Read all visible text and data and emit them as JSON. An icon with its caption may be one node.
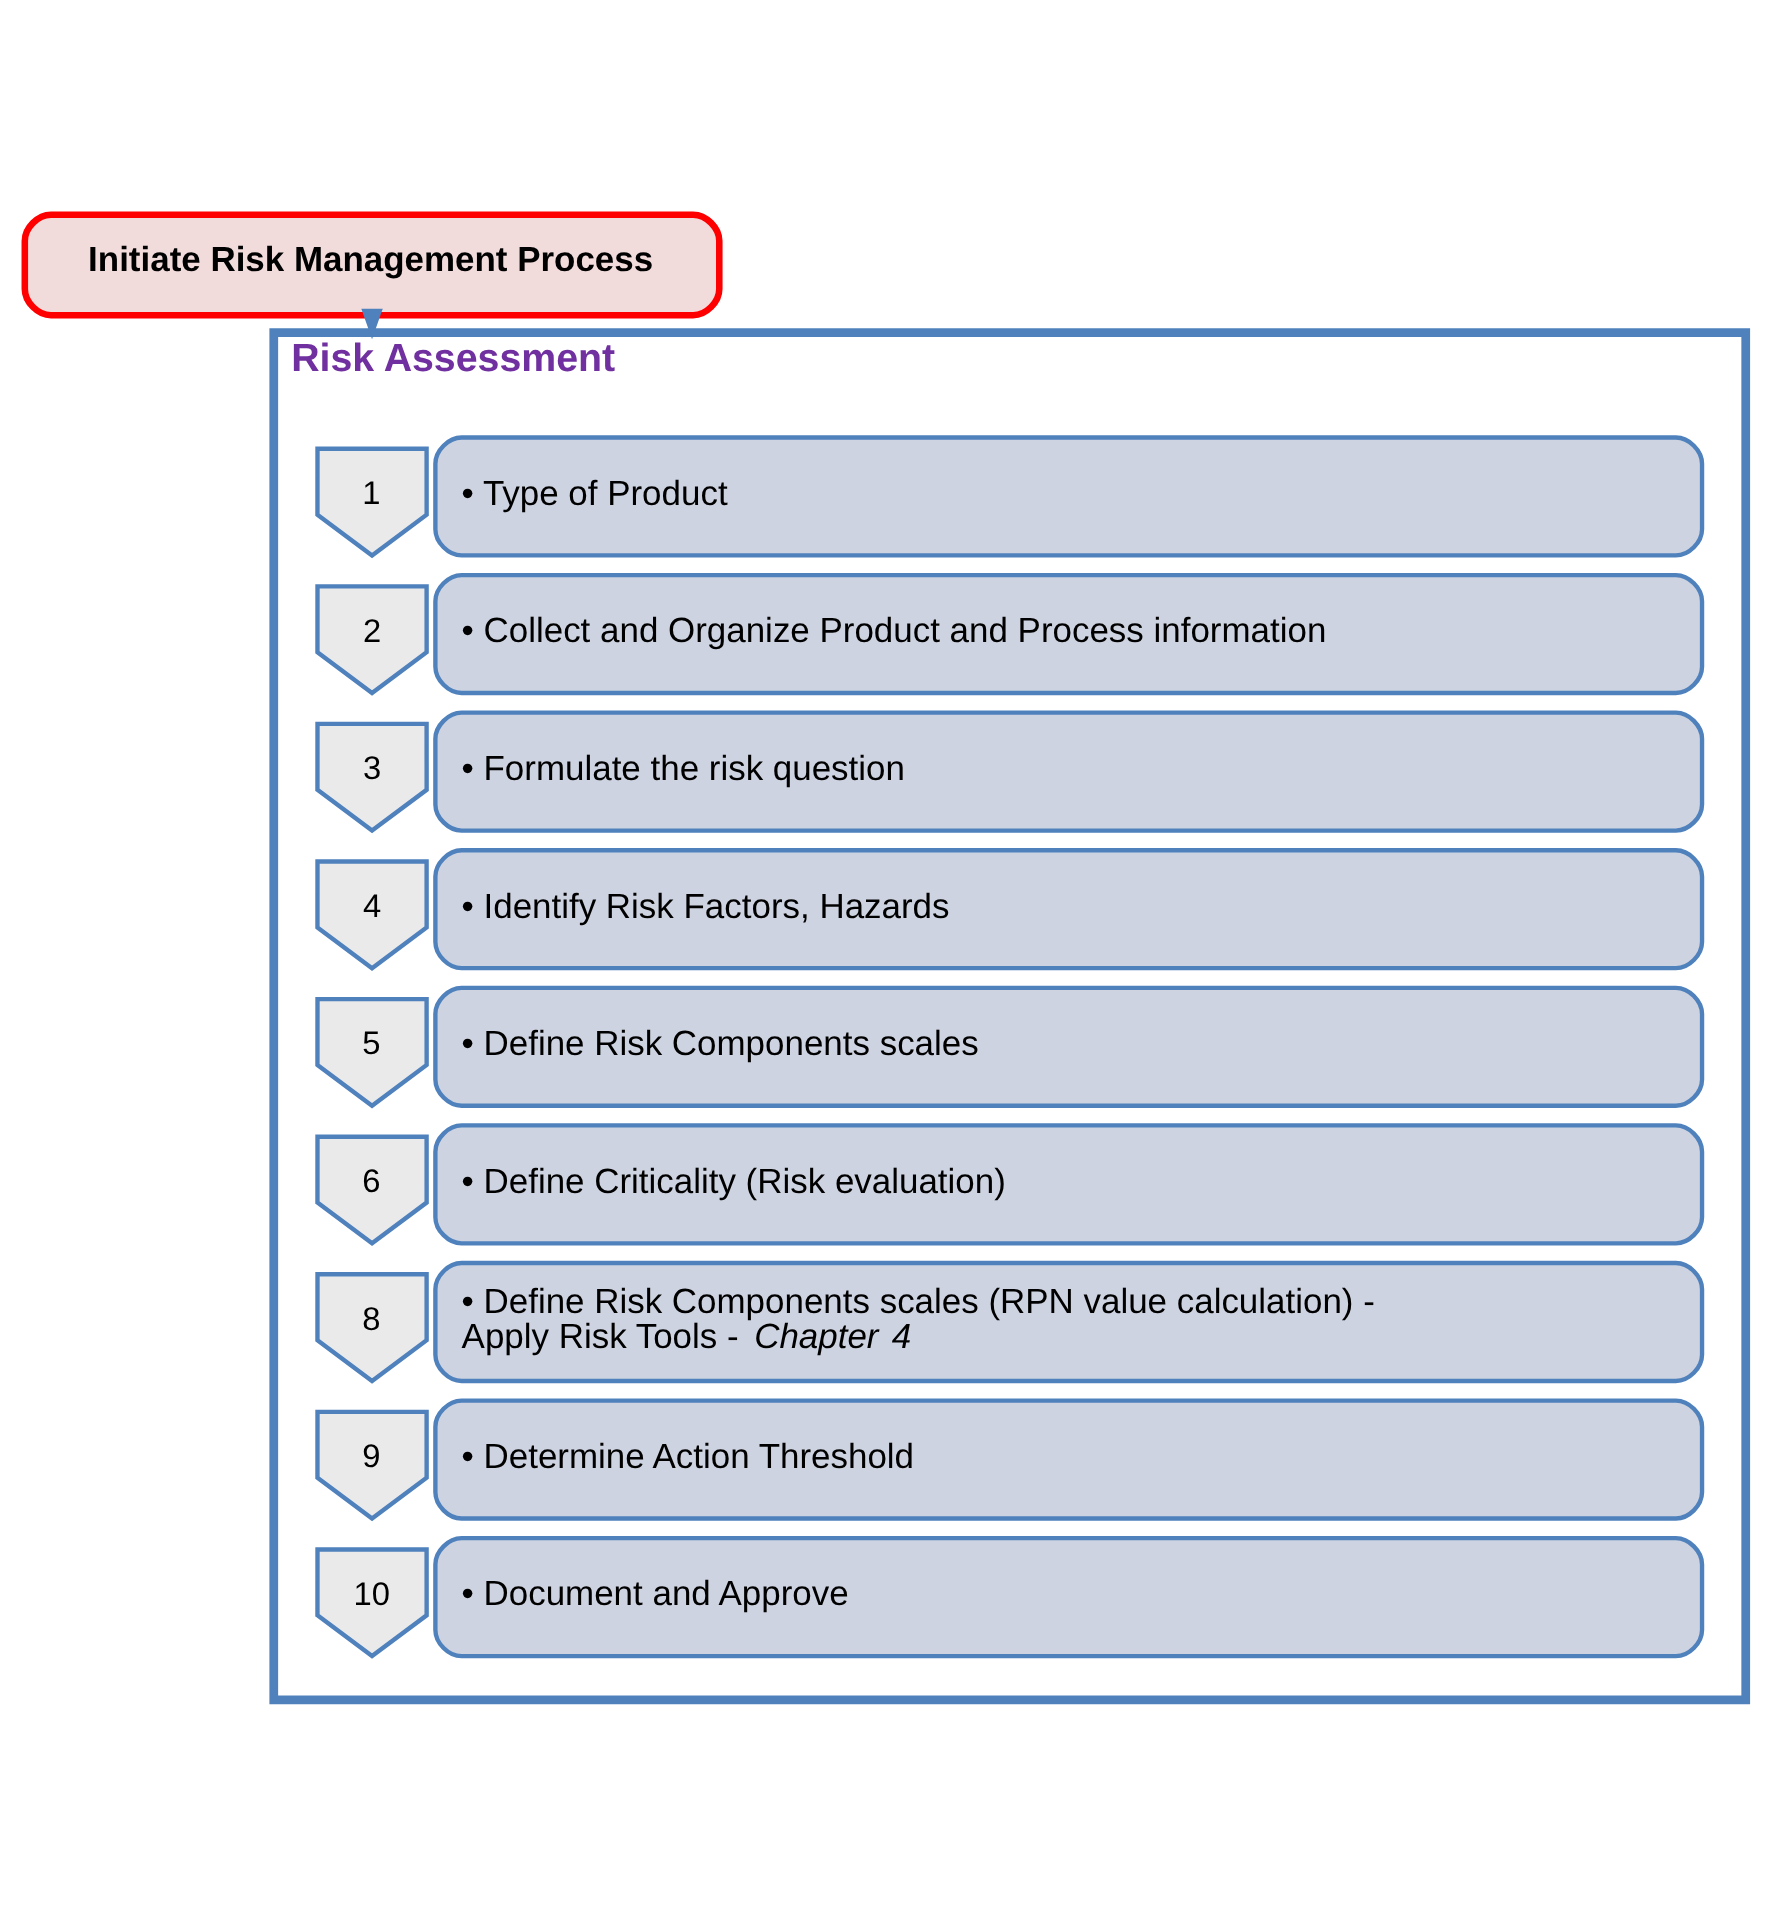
{
  "diagram": {
    "nodes": [
      {
        "text": [
          "Initiate Risk Management Process"
        ]
      },
      {
        "text": [
          "Risk Assessment"
        ]
      },
      {
        "text": [
          "1"
        ],
        "in": 1
      },
      {
        "text": [
          "• Type of Product"
        ],
        "in": 1
      },
      {
        "text": [
          "2"
        ],
        "in": 1
      },
      {
        "text": [
          "• Collect and Organize Product and Process information"
        ],
        "in": 1
      },
      {
        "text": [
          "3"
        ],
        "in": 1
      },
      {
        "text": [
          "• Formulate the risk question"
        ],
        "in": 1
      },
      {
        "text": [
          "4"
        ],
        "in": 1
      },
      {
        "text": [
          "• Identify Risk Factors, Hazards"
        ],
        "in": 1
      },
      {
        "text": [
          "5"
        ],
        "in": 1
      },
      {
        "text": [
          "• Define Risk Components scales"
        ],
        "in": 1
      },
      {
        "text": [
          "6"
        ],
        "in": 1
      },
      {
        "text": [
          "• Define Criticality (Risk evaluation)"
        ],
        "in": 1
      },
      {
        "text": [
          "8"
        ],
        "in": 1
      },
      {
        "text": [
          "• Define Risk Components scales (RPN value calculation) - Apply Risk Tools - *Chapter 4*"
        ],
        "in": 1
      },
      {
        "text": [
          "9"
        ],
        "in": 1
      },
      {
        "text": [
          "• Determine Action Threshold"
        ],
        "in": 1
      },
      {
        "text": [
          "10"
        ],
        "in": 1
      },
      {
        "text": [
          "• Document and Approve"
        ],
        "in": 1
      }
    ],
    "edges": [
      {
        "from": 0,
        "to": 1,
        "arrow": "to",
        "color": "#4f81bd"
      }
    ]
  }
}
